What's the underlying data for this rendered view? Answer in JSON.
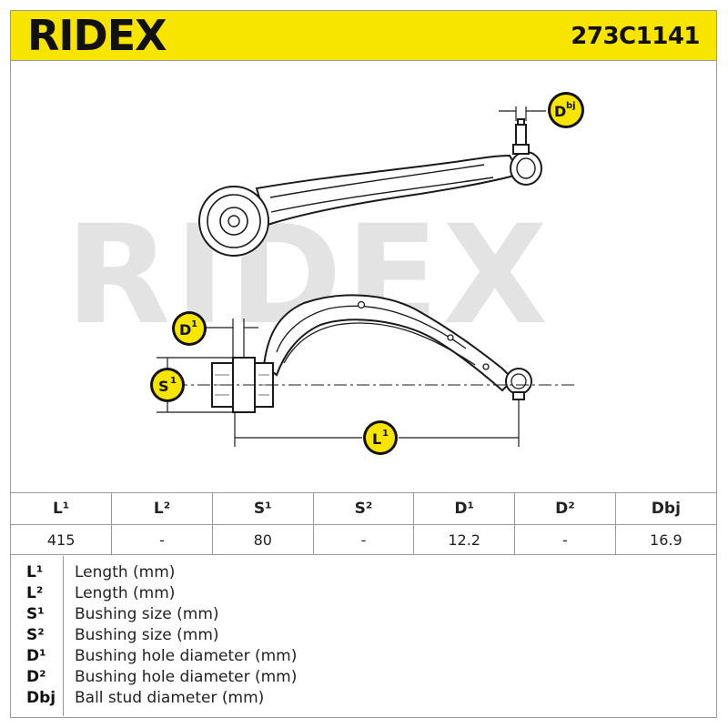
{
  "header": {
    "brand": "RIDEX",
    "part_number": "273C1141"
  },
  "watermark": "RIDEX",
  "dimension_labels": {
    "ball_stud": "Dbj",
    "hole": "D1",
    "bushing": "S1",
    "length": "L1"
  },
  "table": {
    "headers": [
      "L¹",
      "L²",
      "S¹",
      "S²",
      "D¹",
      "D²",
      "Dbj"
    ],
    "values": [
      "415",
      "-",
      "80",
      "-",
      "12.2",
      "-",
      "16.9"
    ]
  },
  "legend": [
    {
      "code": "L¹",
      "desc": "Length (mm)"
    },
    {
      "code": "L²",
      "desc": "Length (mm)"
    },
    {
      "code": "S¹",
      "desc": "Bushing size (mm)"
    },
    {
      "code": "S²",
      "desc": "Bushing size (mm)"
    },
    {
      "code": "D¹",
      "desc": "Bushing hole diameter (mm)"
    },
    {
      "code": "D²",
      "desc": "Bushing hole diameter (mm)"
    },
    {
      "code": "Dbj",
      "desc": "Ball stud diameter (mm)"
    }
  ],
  "colors": {
    "header_bg": "#f7e500",
    "badge_bg": "#f7e500",
    "badge_fg": "#111111",
    "watermark": "#e3e3e3"
  }
}
